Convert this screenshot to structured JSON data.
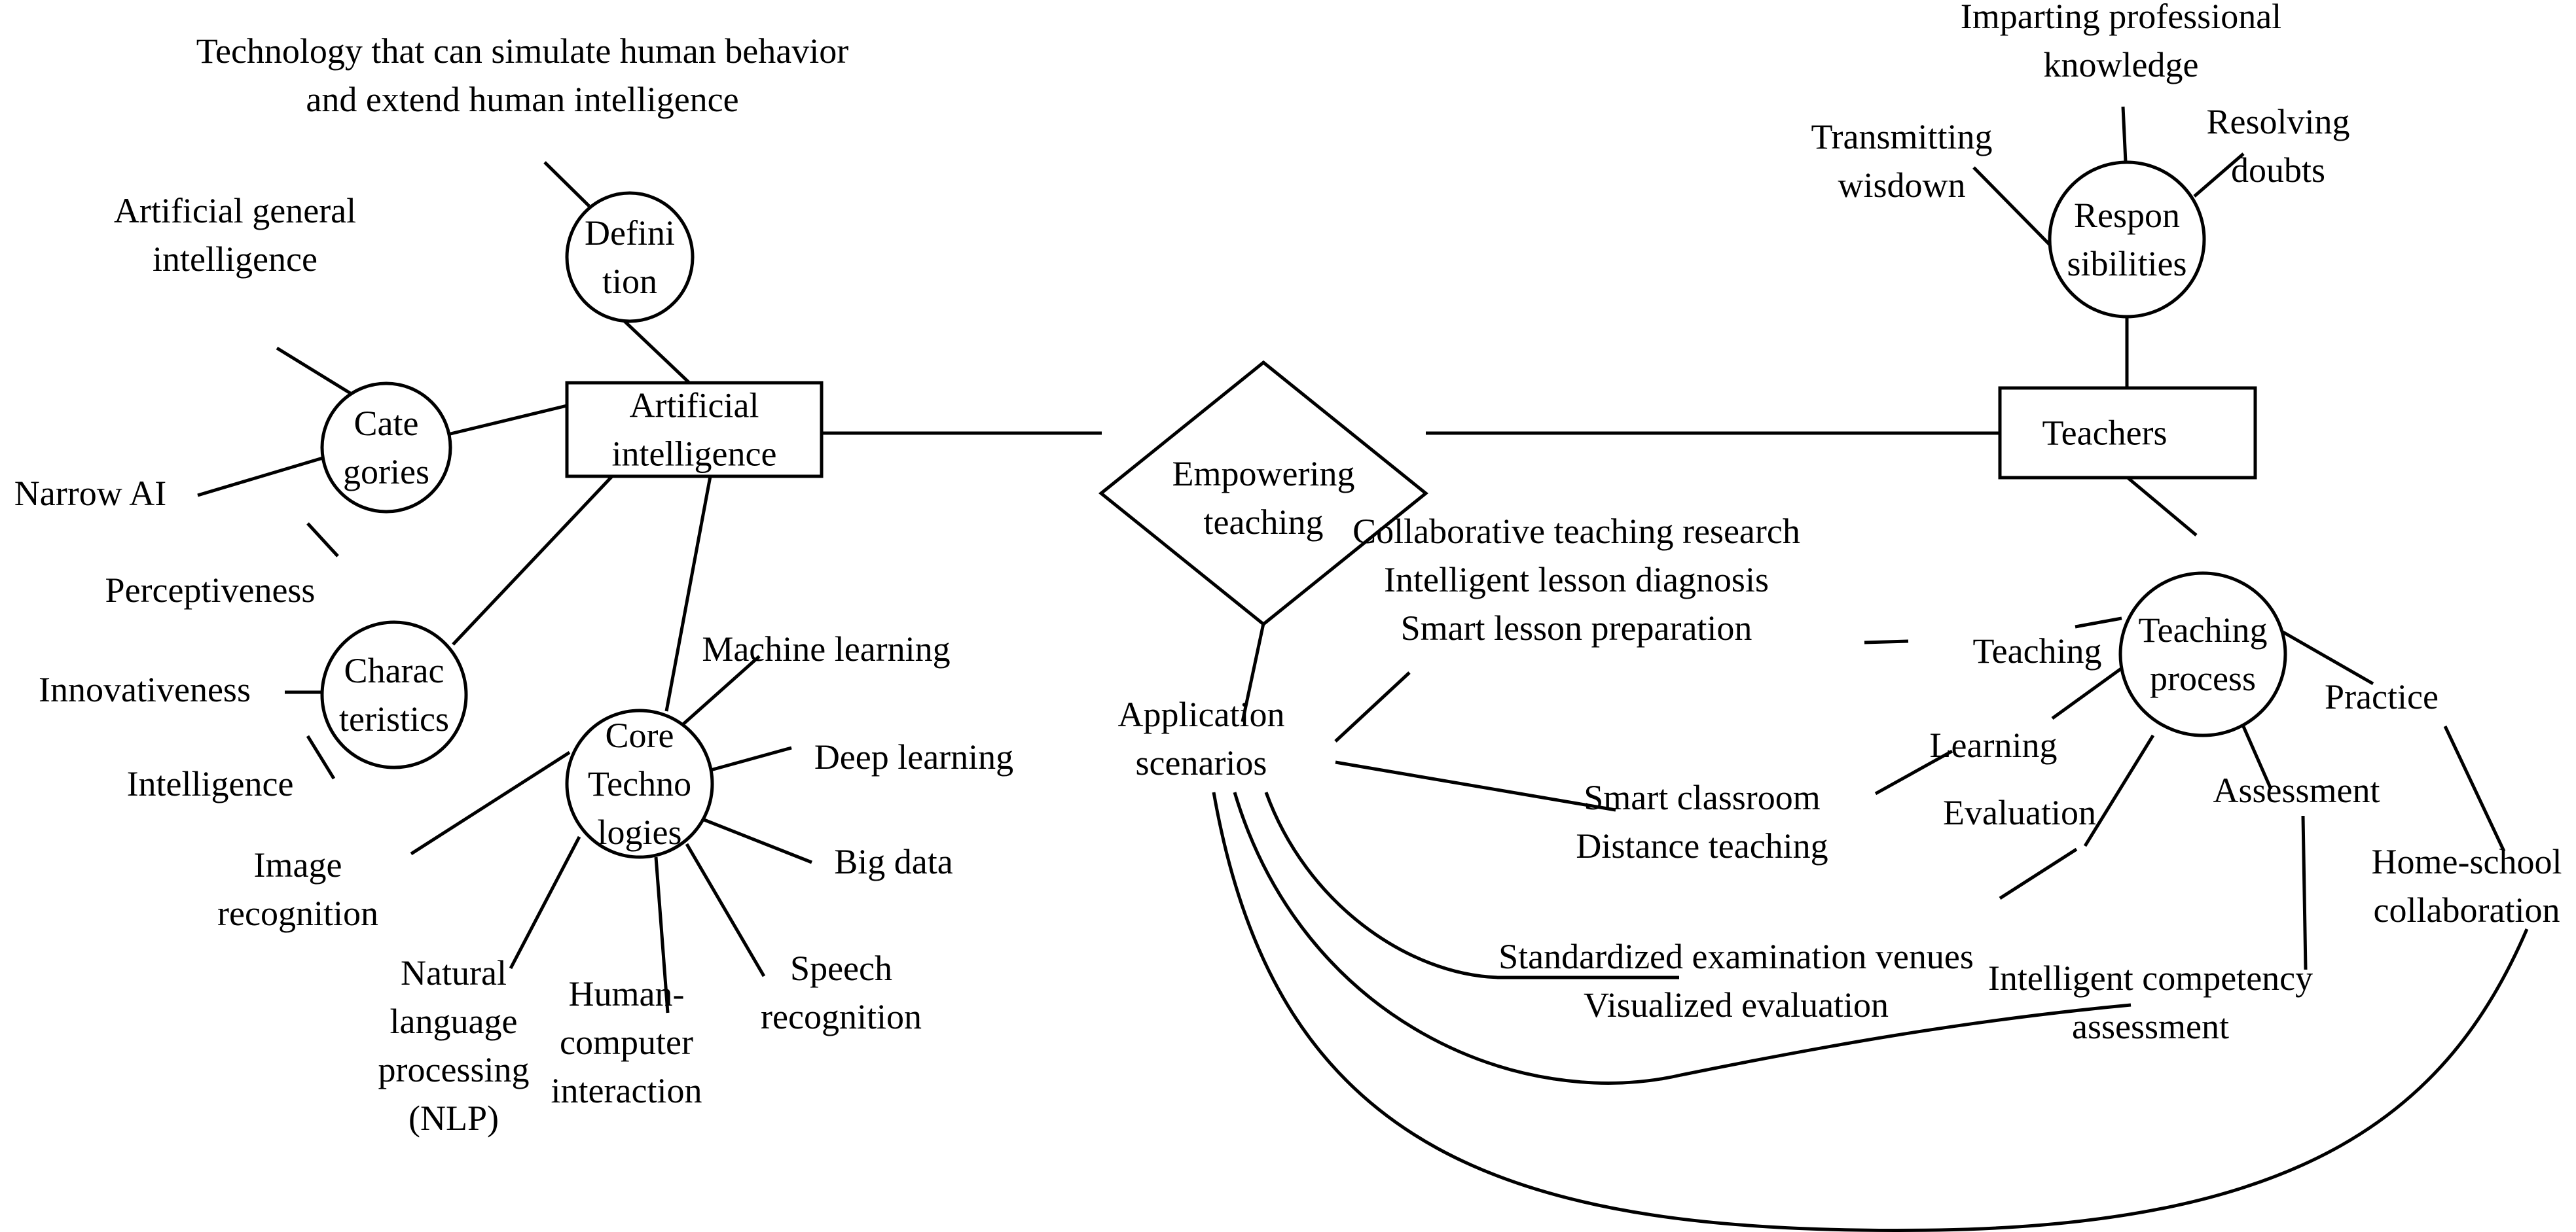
{
  "diagram": {
    "type": "concept-map",
    "center": {
      "id": "empowering",
      "shape": "diamond",
      "lines": [
        "Empowering",
        "teaching"
      ]
    },
    "nodes": [
      {
        "id": "ai",
        "shape": "rect",
        "lines": [
          "Artificial",
          "intelligence"
        ]
      },
      {
        "id": "teachers",
        "shape": "rect",
        "lines": [
          "Teachers"
        ]
      },
      {
        "id": "definition",
        "shape": "ellipse",
        "lines": [
          "Defini",
          "tion"
        ]
      },
      {
        "id": "categories",
        "shape": "ellipse",
        "lines": [
          "Cate",
          "gories"
        ]
      },
      {
        "id": "characteristics",
        "shape": "ellipse",
        "lines": [
          "Charac",
          "teristics"
        ]
      },
      {
        "id": "core-tech",
        "shape": "ellipse",
        "lines": [
          "Core",
          "Techno",
          "logies"
        ]
      },
      {
        "id": "responsibilities",
        "shape": "ellipse",
        "lines": [
          "Respon",
          "sibilities"
        ]
      },
      {
        "id": "teaching-process",
        "shape": "ellipse",
        "lines": [
          "Teaching",
          "process"
        ]
      }
    ],
    "labels": [
      {
        "id": "def-text",
        "lines": [
          "Technology that can simulate human behavior",
          "and extend human intelligence"
        ]
      },
      {
        "id": "agi",
        "lines": [
          "Artificial general",
          "intelligence"
        ]
      },
      {
        "id": "narrow-ai",
        "lines": [
          "Narrow AI"
        ]
      },
      {
        "id": "perceptiveness",
        "lines": [
          "Perceptiveness"
        ]
      },
      {
        "id": "innovativeness",
        "lines": [
          "Innovativeness"
        ]
      },
      {
        "id": "intelligence",
        "lines": [
          "Intelligence"
        ]
      },
      {
        "id": "machine-learning",
        "lines": [
          "Machine learning"
        ]
      },
      {
        "id": "deep-learning",
        "lines": [
          "Deep learning"
        ]
      },
      {
        "id": "big-data",
        "lines": [
          "Big data"
        ]
      },
      {
        "id": "image-recognition",
        "lines": [
          "Image",
          "recognition"
        ]
      },
      {
        "id": "nlp",
        "lines": [
          "Natural",
          "language",
          "processing",
          "(NLP)"
        ]
      },
      {
        "id": "hci",
        "lines": [
          "Human-",
          "computer",
          "interaction"
        ]
      },
      {
        "id": "speech-recognition",
        "lines": [
          "Speech",
          "recognition"
        ]
      },
      {
        "id": "application-scenarios",
        "lines": [
          "Application",
          "scenarios"
        ]
      },
      {
        "id": "lesson-group",
        "lines": [
          "Collaborative teaching research",
          "Intelligent lesson diagnosis",
          "Smart lesson preparation"
        ]
      },
      {
        "id": "classroom-group",
        "lines": [
          "Smart classroom",
          "Distance teaching"
        ]
      },
      {
        "id": "exam-group",
        "lines": [
          "Standardized examination venues",
          "Visualized evaluation"
        ]
      },
      {
        "id": "competency",
        "lines": [
          "Intelligent competency",
          "assessment"
        ]
      },
      {
        "id": "transmitting",
        "lines": [
          "Transmitting",
          "wisdown"
        ]
      },
      {
        "id": "imparting",
        "lines": [
          "Imparting professional",
          "knowledge"
        ]
      },
      {
        "id": "resolving",
        "lines": [
          "Resolving",
          "doubts"
        ]
      },
      {
        "id": "tp-teaching",
        "lines": [
          "Teaching"
        ]
      },
      {
        "id": "tp-learning",
        "lines": [
          "Learning"
        ]
      },
      {
        "id": "tp-evaluation",
        "lines": [
          "Evaluation"
        ]
      },
      {
        "id": "tp-assessment",
        "lines": [
          "Assessment"
        ]
      },
      {
        "id": "tp-practice",
        "lines": [
          "Practice"
        ]
      },
      {
        "id": "home-school",
        "lines": [
          "Home-school",
          "collaboration"
        ]
      }
    ]
  }
}
